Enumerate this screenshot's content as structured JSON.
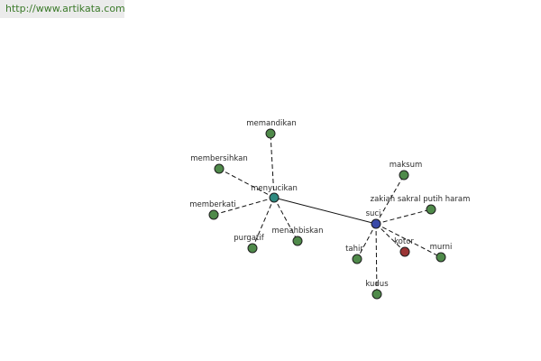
{
  "source": {
    "url_text": "http://www.artikata.com"
  },
  "colors": {
    "leaf": "#4f8a4a",
    "hub_primary": "#2f8a80",
    "hub_secondary": "#3a4aa8",
    "antonym": "#9b3535",
    "banner_bg": "#ebebeb",
    "banner_text": "#3b7a2a"
  },
  "graph": {
    "nodes": [
      {
        "id": "menyucikan",
        "label": "menyucikan",
        "kind": "hub_primary"
      },
      {
        "id": "suci",
        "label": "suci",
        "kind": "hub_secondary"
      },
      {
        "id": "memandikan",
        "label": "memandikan",
        "kind": "leaf"
      },
      {
        "id": "membersihkan",
        "label": "membersihkan",
        "kind": "leaf"
      },
      {
        "id": "memberkati",
        "label": "memberkati",
        "kind": "leaf"
      },
      {
        "id": "purgatif",
        "label": "purgatif",
        "kind": "leaf"
      },
      {
        "id": "menahbiskan",
        "label": "menahbiskan",
        "kind": "leaf"
      },
      {
        "id": "maksum",
        "label": "maksum",
        "kind": "leaf"
      },
      {
        "id": "zakiah",
        "label": "zakiah sakral putih  haram",
        "kind": "leaf"
      },
      {
        "id": "tahir",
        "label": "tahir",
        "kind": "leaf"
      },
      {
        "id": "kotor",
        "label": "kotor",
        "kind": "antonym"
      },
      {
        "id": "murni",
        "label": "murni",
        "kind": "leaf"
      },
      {
        "id": "kudus",
        "label": "kudus",
        "kind": "leaf"
      }
    ],
    "edges": [
      {
        "from": "menyucikan",
        "to": "suci",
        "style": "solid"
      },
      {
        "from": "menyucikan",
        "to": "memandikan",
        "style": "dashed"
      },
      {
        "from": "menyucikan",
        "to": "membersihkan",
        "style": "dashed"
      },
      {
        "from": "menyucikan",
        "to": "memberkati",
        "style": "dashed"
      },
      {
        "from": "menyucikan",
        "to": "purgatif",
        "style": "dashed"
      },
      {
        "from": "menyucikan",
        "to": "menahbiskan",
        "style": "dashed"
      },
      {
        "from": "suci",
        "to": "maksum",
        "style": "dashed"
      },
      {
        "from": "suci",
        "to": "zakiah",
        "style": "dashed"
      },
      {
        "from": "suci",
        "to": "tahir",
        "style": "dashed"
      },
      {
        "from": "suci",
        "to": "kotor",
        "style": "dashed"
      },
      {
        "from": "suci",
        "to": "murni",
        "style": "dashed"
      },
      {
        "from": "suci",
        "to": "kudus",
        "style": "dashed"
      }
    ]
  }
}
